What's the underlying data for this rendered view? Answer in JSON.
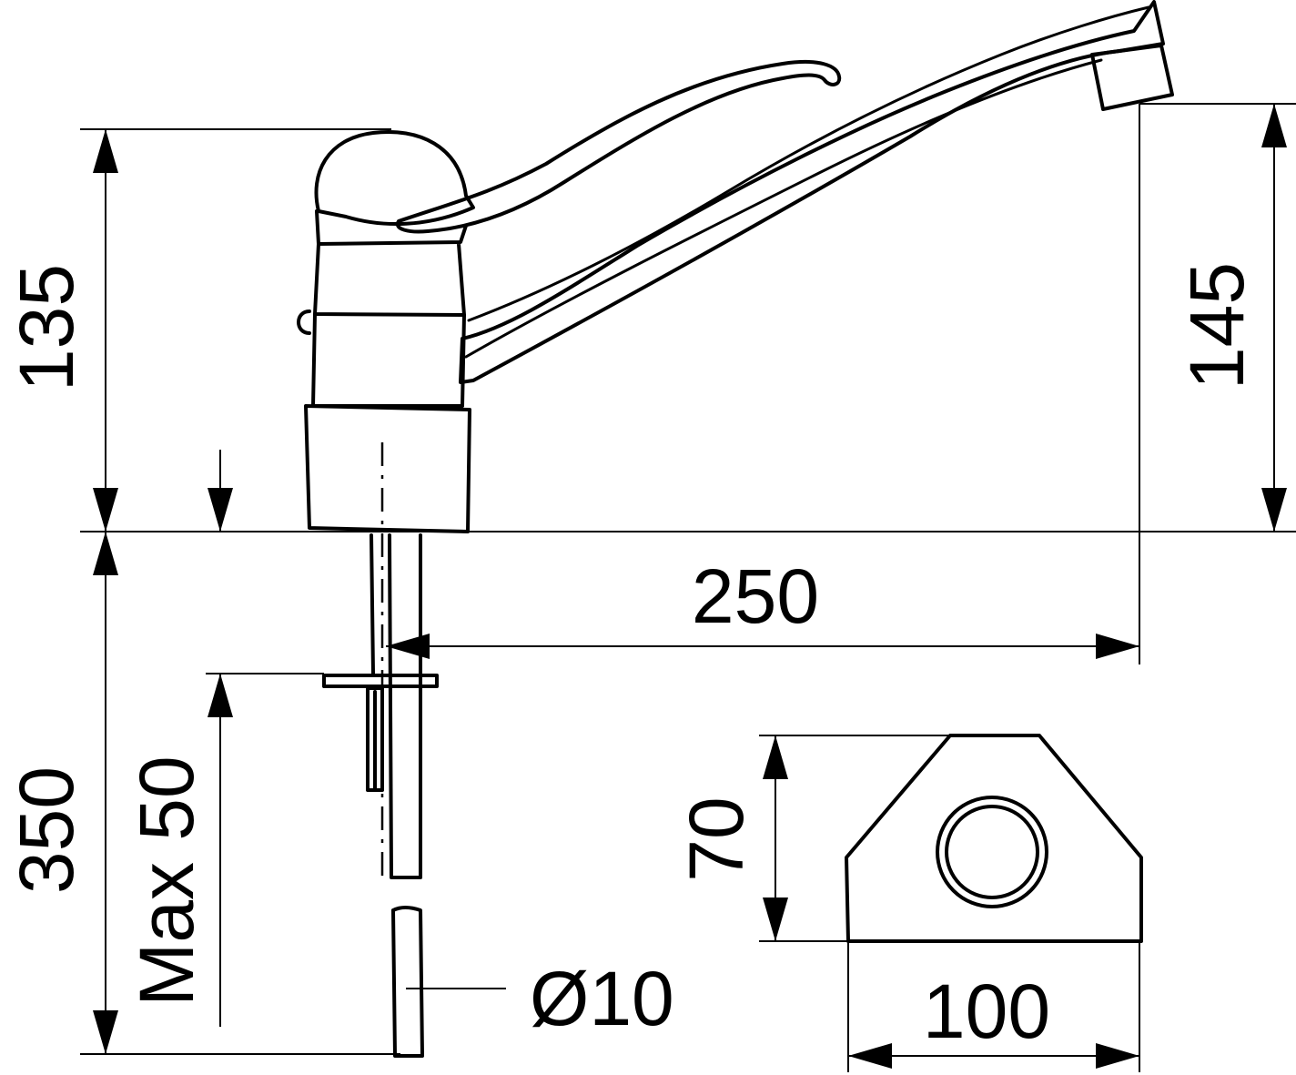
{
  "dimensions": {
    "top_height": "135",
    "spout_height": "145",
    "spout_reach": "250",
    "shank_length": "350",
    "max_thickness": "Max 50",
    "tube_diameter": "Ø10",
    "plate_depth": "70",
    "plate_width": "100"
  }
}
